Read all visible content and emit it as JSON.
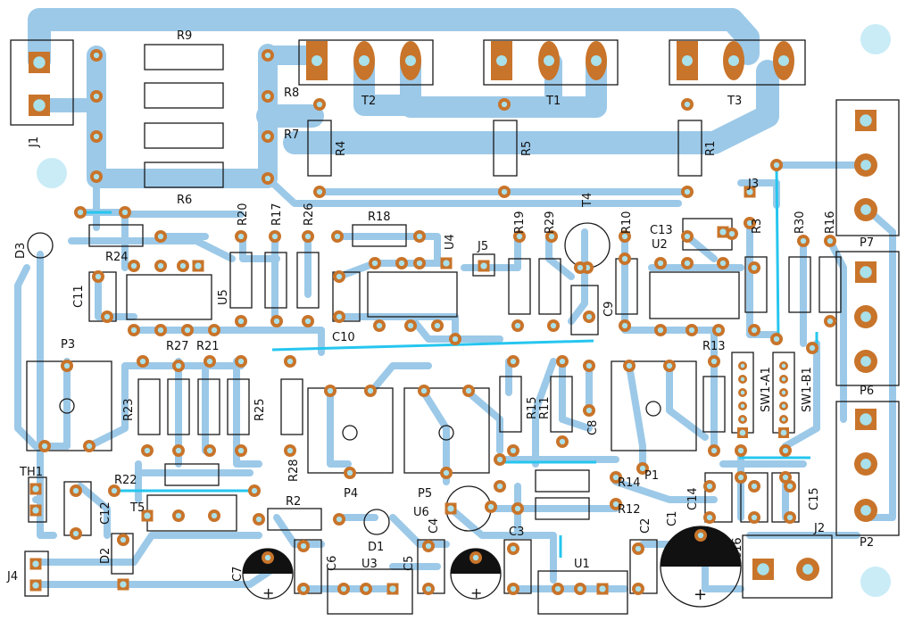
{
  "colors": {
    "trace": "#9cc9e8",
    "pad": "#c8742a",
    "hole": "#a9e0ea",
    "jumper": "#26c6ef",
    "outline": "#1a1a1a",
    "mount_hole": "#c9ecf7"
  },
  "labels": {
    "j1": "J1",
    "r9": "R9",
    "r8": "R8",
    "r7": "R7",
    "r6": "R6",
    "t2": "T2",
    "t1": "T1",
    "t3": "T3",
    "r4": "R4",
    "r5": "R5",
    "r1": "R1",
    "j3": "J3",
    "p7": "P7",
    "d3": "D3",
    "r24": "R24",
    "r20": "R20",
    "r17": "R17",
    "r26": "R26",
    "r18": "R18",
    "r19": "R19",
    "r29": "R29",
    "t4": "T4",
    "r10": "R10",
    "c13": "C13",
    "u2": "U2",
    "r3": "R3",
    "r30": "R30",
    "r16": "R16",
    "u4": "U4",
    "j5": "J5",
    "c11": "C11",
    "u5": "U5",
    "c10": "C10",
    "c9": "C9",
    "r13": "R13",
    "p6": "P6",
    "p3": "P3",
    "r27": "R27",
    "r21": "R21",
    "r23": "R23",
    "r25": "R25",
    "r15": "R15",
    "r11": "R11",
    "c8": "C8",
    "sw1a1": "SW1-A1",
    "sw1b1": "SW1-B1",
    "th1": "TH1",
    "r22": "R22",
    "r28": "R28",
    "p4": "P4",
    "p5": "P5",
    "p1": "P1",
    "r14": "R14",
    "c14": "C14",
    "c15": "C15",
    "c12": "C12",
    "t5": "T5",
    "r2": "R2",
    "u6": "U6",
    "r12": "R12",
    "c4": "C4",
    "c1": "C1",
    "c2": "C2",
    "j2": "J2",
    "p2": "P2",
    "d2": "D2",
    "d1": "D1",
    "c3": "C3",
    "c16": "C16",
    "j4": "J4",
    "c7": "C7",
    "c6": "C6",
    "u3": "U3",
    "c5": "C5",
    "u1": "U1",
    "plus": "+"
  }
}
